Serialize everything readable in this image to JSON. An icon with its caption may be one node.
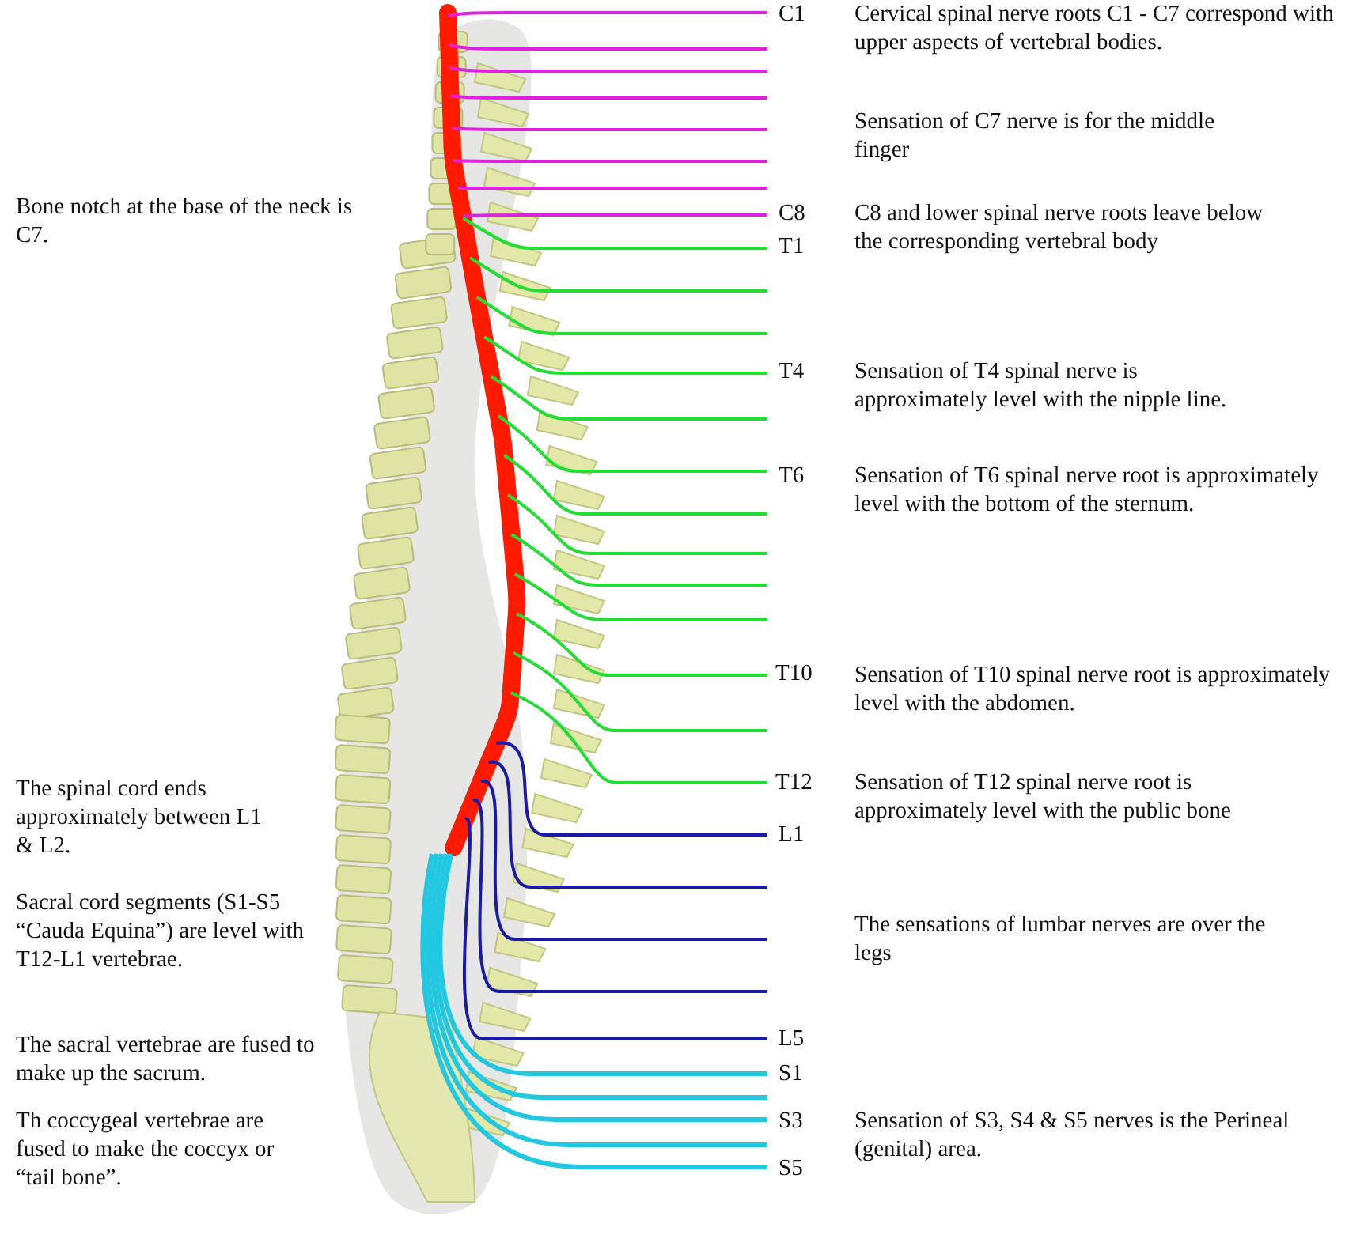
{
  "diagram": {
    "labels": [
      "C1",
      "Cervical spinal nerve roots C1 - C7 correspond with upper aspects of vertebral bodies.",
      "Sensation of C7 nerve is for the middle finger",
      "Bone notch at the base of the neck is C7.",
      "C8",
      "C8 and lower spinal nerve roots leave below the corresponding vertebral body",
      "T1",
      "T4",
      "Sensation of T4 spinal nerve is approximately level with the nipple line.",
      "T6",
      "Sensation of T6 spinal nerve root is approximately level with the bottom of the sternum.",
      "T10",
      "Sensation of T10 spinal nerve root is approximately level with the abdomen.",
      "The spinal cord ends approximately between L1 & L2.",
      "T12",
      "Sensation of T12 spinal nerve root is approximately level with the public bone",
      "L1",
      "Sacral cord segments (S1-S5 “Cauda Equina”) are level with T12-L1 vertebrae.",
      "The sensations of lumbar nerves are over the legs",
      "L5",
      "The sacral vertebrae are fused to make up the sacrum.",
      "S1",
      "S3",
      "Sensation of S3, S4 & S5 nerves is the Perineal (genital) area.",
      "Th coccygeal vertebrae are fused to make the coccyx or “tail bone”.",
      "S5"
    ]
  }
}
